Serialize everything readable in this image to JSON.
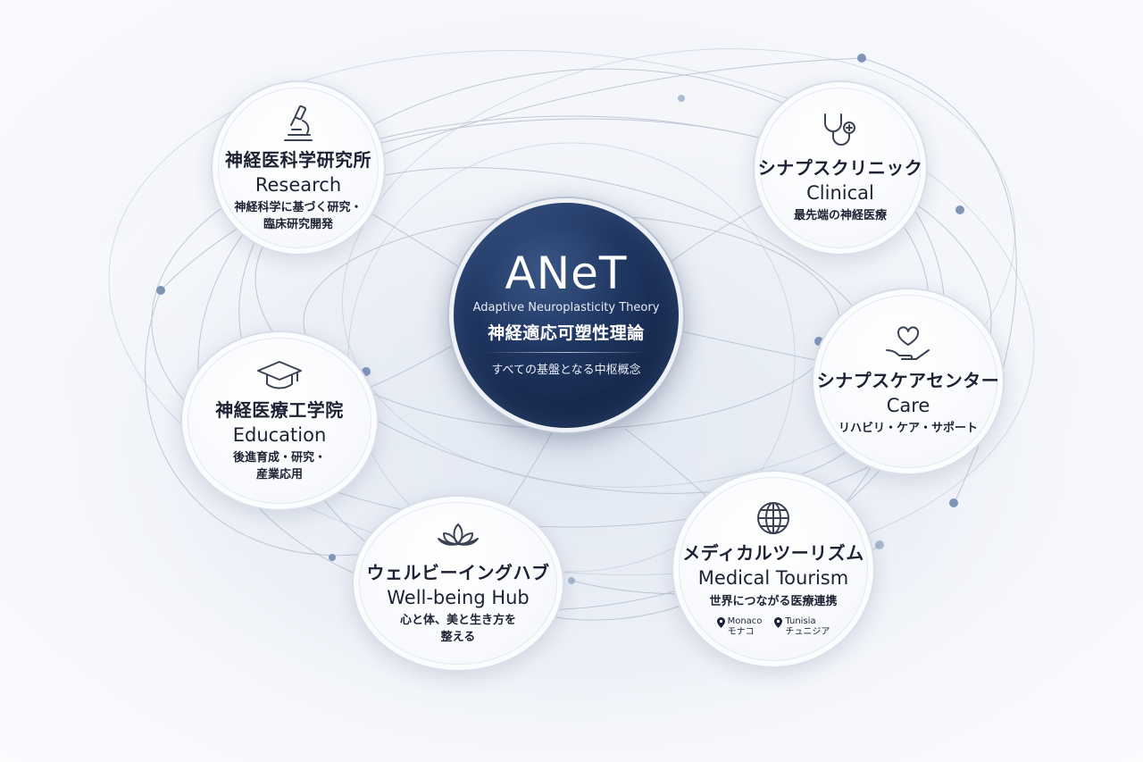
{
  "center": {
    "brand": "ANeT",
    "subtitle": "Adaptive Neuroplasticity Theory",
    "title_ja": "神経適応可塑性理論",
    "tagline": "すべての基盤となる中枢概念"
  },
  "nodes": {
    "research": {
      "icon": "microscope-icon",
      "title_ja": "神経医科学研究所",
      "title_en": "Research",
      "desc": "神経科学に基づく研究・\n臨床研究開発"
    },
    "clinical": {
      "icon": "stethoscope-icon",
      "title_ja": "シナプスクリニック",
      "title_en": "Clinical",
      "desc": "最先端の神経医療"
    },
    "education": {
      "icon": "graduation-cap-icon",
      "title_ja": "神経医療工学院",
      "title_en": "Education",
      "desc": "後進育成・研究・\n産業応用"
    },
    "care": {
      "icon": "heart-hand-icon",
      "title_ja": "シナプスケアセンター",
      "title_en": "Care",
      "desc": "リハビリ・ケア・サポート"
    },
    "wellbeing": {
      "icon": "lotus-icon",
      "title_ja": "ウェルビーイングハブ",
      "title_en": "Well-being Hub",
      "desc": "心と体、美と生き方を\n整える"
    },
    "tourism": {
      "icon": "globe-icon",
      "title_ja": "メディカルツーリズム",
      "title_en": "Medical Tourism",
      "desc": "世界につながる医療連携",
      "locations": [
        {
          "en": "Monaco",
          "ja": "モナコ"
        },
        {
          "en": "Tunisia",
          "ja": "チュニジア"
        }
      ]
    }
  },
  "colors": {
    "center_fill": "#1a2e55",
    "line": "#b7c0d0",
    "dot": "#7f95b8"
  }
}
